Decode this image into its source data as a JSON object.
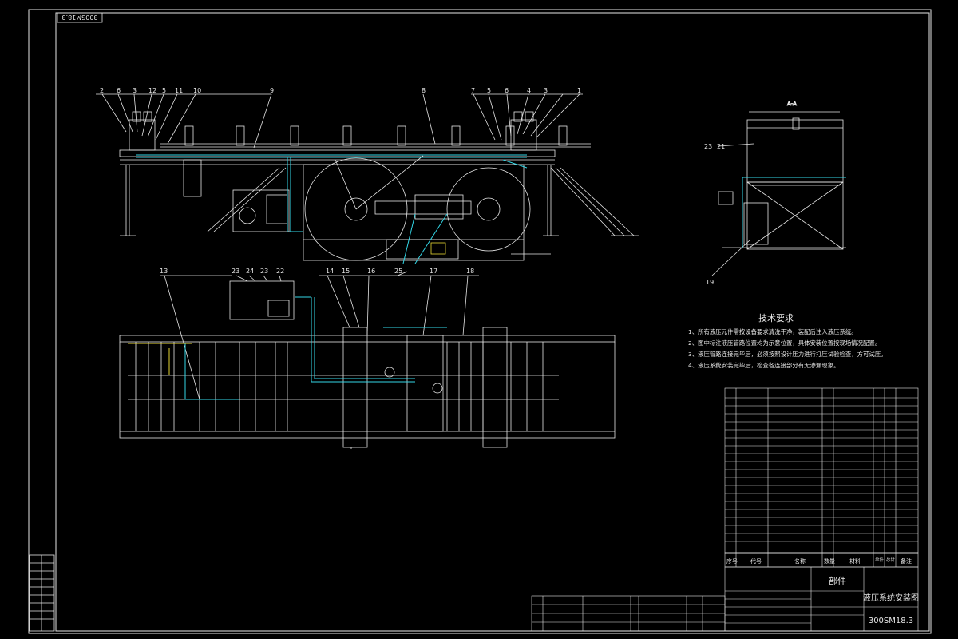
{
  "sheet": {
    "corner_code": "300SM18.3"
  },
  "labels": {
    "section_aa": "A-A",
    "tech_title": "技术要求",
    "tech_items": [
      "1、所有液压元件需按设备要求清洗干净，装配后注入液压系统。",
      "2、图中标注液压管路位置均为示意位置，具体安装位置按现场情况配置。",
      "3、液压管路连接完毕后，必须按照设计压力进行打压试验检查，方可试压。",
      "4、液压系统安装完毕后，检查各连接部分有无渗漏现象。"
    ],
    "parts_header": {
      "seq": "序号",
      "code": "代号",
      "name": "名称",
      "qty": "数量",
      "material": "材料",
      "weight_single": "单件",
      "weight_total": "总计",
      "remark": "备注"
    },
    "title_block": {
      "category": "部件",
      "drawing_title": "液压系统安装图",
      "drawing_no": "300SM18.3"
    },
    "leader_numbers_top": [
      "2",
      "6",
      "3",
      "12",
      "5",
      "11",
      "10",
      "9",
      "8",
      "7",
      "5",
      "6",
      "4",
      "3",
      "1"
    ],
    "leader_numbers_mid": [
      "23",
      "24",
      "23",
      "22",
      "14",
      "15",
      "16",
      "25",
      "17",
      "18",
      "13"
    ],
    "leader_numbers_side": [
      "23",
      "21",
      "19"
    ]
  },
  "colors": {
    "background": "#000000",
    "line_white": "#e6e6e6",
    "hydraulic_cyan": "#33d6e6",
    "accent_yellow": "#e6d633"
  }
}
